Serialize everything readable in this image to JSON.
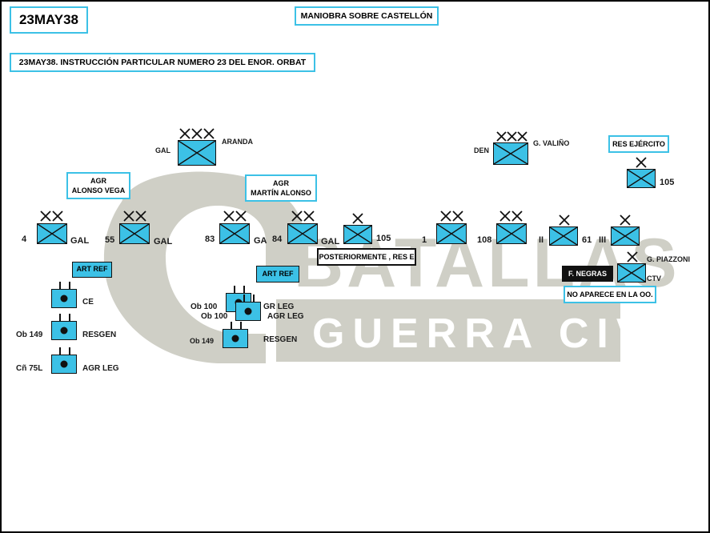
{
  "header": {
    "date": "23MAY38",
    "title": "MANIOBRA SOBRE CASTELLÓN",
    "subtitle": "23MAY38. INSTRUCCIÓN PARTICULAR NUMERO 23 DEL ENOR.  ORBAT"
  },
  "watermark": {
    "line1": "BATALLAS",
    "line2": "GUERRA CIVIL"
  },
  "colors": {
    "accent": "#3cc1e6",
    "border": "#3cc1e6",
    "unit_fill": "#3cc1e6",
    "watermark": "#cfcfc6"
  },
  "groups": {
    "agr_alonso_vega": [
      "AGR",
      "ALONSO VEGA"
    ],
    "agr_martin_alonso": [
      "AGR",
      "MARTÍN ALONSO"
    ],
    "res_ejercito": "RES EJÉRCITO"
  },
  "corps": {
    "aranda": {
      "left": "GAL",
      "right": "ARANDA"
    },
    "valino": {
      "left": "DEN",
      "right": "G. VALIÑO"
    }
  },
  "divisions": {
    "d4": {
      "number": "4",
      "suffix": "GAL"
    },
    "d55": {
      "number": "55",
      "suffix": "GAL"
    },
    "d83": {
      "number": "83",
      "suffix": "GA"
    },
    "d84": {
      "number": "84",
      "suffix": "GAL"
    },
    "d105a": {
      "number": "105"
    },
    "d1": {
      "number": "1"
    },
    "d108": {
      "number": "108"
    },
    "d61": {
      "prefix": "II",
      "number": "61"
    },
    "d3": {
      "prefix": "III"
    },
    "d105b": {
      "number": "105"
    },
    "piazzoni": {
      "name": "G. PIAZZONI",
      "suffix": "CTV"
    }
  },
  "notes": {
    "posteriormente": "POSTERIORMENTE , RES E",
    "f_negras": "F. NEGRAS",
    "no_aparece": "NO APARECE EN LA OO."
  },
  "artillery": {
    "left_tag": "ART REF",
    "right_tag": "ART REF",
    "left": [
      {
        "prefix": "",
        "name": "CE"
      },
      {
        "prefix": "Ob 149",
        "name": "RESGEN"
      },
      {
        "prefix": "Cñ 75L",
        "name": "AGR LEG"
      }
    ],
    "right": [
      {
        "prefix": "Ob 100",
        "name": "GR LEG"
      },
      {
        "prefix": "Ob 100",
        "name": "AGR LEG"
      },
      {
        "prefix": "Ob 149",
        "name": "RESGEN"
      }
    ]
  }
}
